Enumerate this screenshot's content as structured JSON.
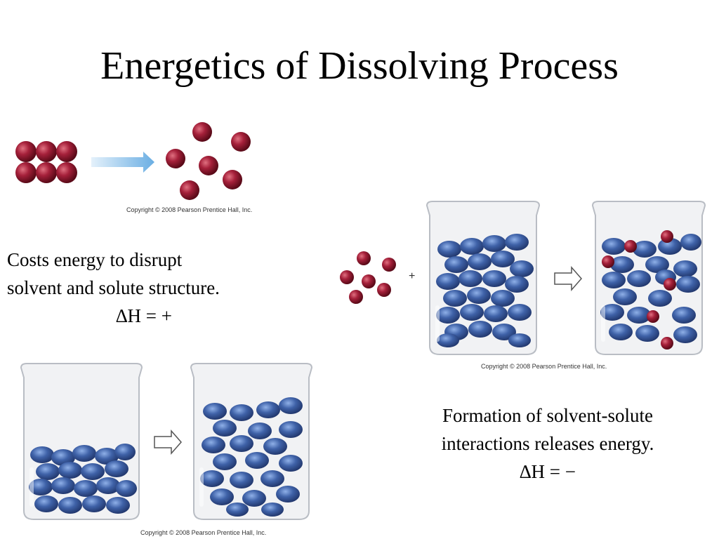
{
  "slide": {
    "title": "Energetics of Dissolving Process",
    "costs_text": {
      "line1": "Costs energy to disrupt",
      "line2": "solvent and solute structure.",
      "delta_h": "∆H = +"
    },
    "formation_text": {
      "line1": "Formation of solvent-solute",
      "line2": "interactions releases energy.",
      "delta_h": "∆H = −"
    },
    "copyright": "Copyright © 2008 Pearson Prentice Hall, Inc.",
    "plus_sign": "+"
  },
  "colors": {
    "solute": "#9b1b30",
    "solvent": "#3f5f9f",
    "arrow_blue": "#7fb8e8",
    "glass": "#d8dbe0"
  },
  "figures": {
    "solute_separation": "solid-solute-to-separated-particles",
    "solvent_expansion": "packed-solvent-to-expanded-solvent",
    "mixing": "solute-plus-solvent-to-solution"
  }
}
